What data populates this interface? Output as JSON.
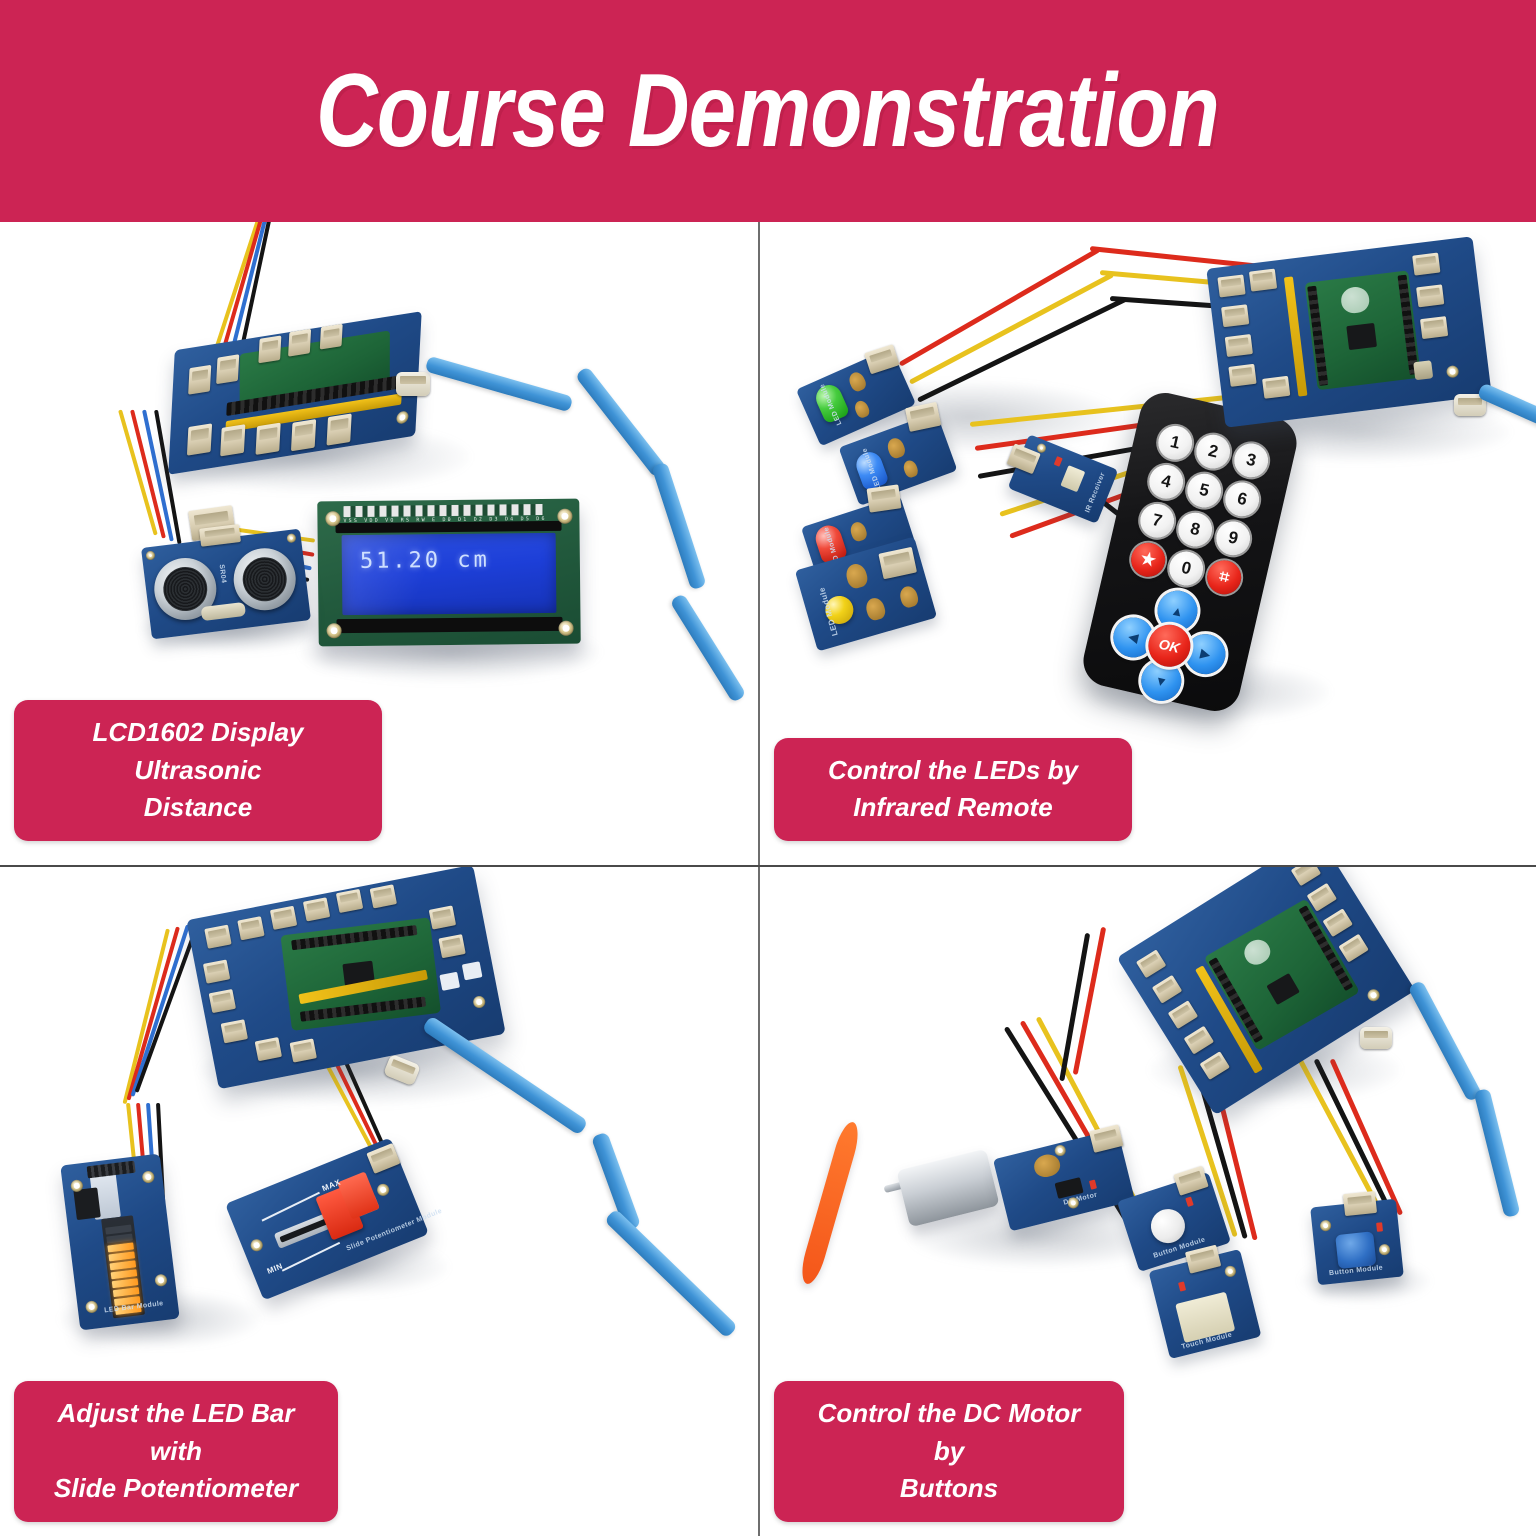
{
  "header": {
    "title": "Course Demonstration",
    "background_color": "#cc2454",
    "text_color": "#ffffff"
  },
  "theme": {
    "accent": "#cc2454",
    "caption_background": "#cc2454",
    "caption_text": "#ffffff",
    "divider": "#6e6e6e",
    "page_background": "#ffffff"
  },
  "grid": {
    "columns": 2,
    "rows": 2
  },
  "panels": [
    {
      "id": "panel-lcd-ultrasonic",
      "position": "top-left",
      "caption_lines": [
        "LCD1602 Display Ultrasonic",
        "Distance"
      ],
      "caption_full": "LCD1602 Display Ultrasonic Distance",
      "lcd": {
        "reading": "51.20 cm",
        "pin_labels": "VSS VDD VO RS RW E D0 D1 D2 D3 D4 D5 D6 D7 A K",
        "backlight_color": "#1d3fd8",
        "text_color": "#cfe0ff"
      },
      "components": [
        "Raspberry Pi Pico",
        "Expansion Shield",
        "LCD1602 Display",
        "HC-SR04 Ultrasonic Sensor",
        "USB Cable"
      ]
    },
    {
      "id": "panel-ir-leds",
      "position": "top-right",
      "caption_lines": [
        "Control the LEDs by",
        "Infrared Remote"
      ],
      "caption_full": "Control the LEDs by Infrared Remote",
      "remote": {
        "keypad_rows": [
          [
            "1",
            "2",
            "3"
          ],
          [
            "4",
            "5",
            "6"
          ],
          [
            "7",
            "8",
            "9"
          ],
          [
            "★",
            "0",
            "⌗"
          ]
        ],
        "dpad": {
          "up": "▲",
          "left": "◀",
          "ok": "OK",
          "right": "▶",
          "down": "▼"
        },
        "body_color": "#121214",
        "dpad_color": "#2f93f0",
        "ok_color": "#e8251a"
      },
      "led_modules": [
        {
          "label": "LED Module",
          "color": "#46cc3e",
          "name": "green"
        },
        {
          "label": "LED Module",
          "color": "#3d8bf5",
          "name": "blue"
        },
        {
          "label": "LED Module",
          "color": "#f04a3a",
          "name": "red"
        },
        {
          "label": "LED Module",
          "color": "#f2d219",
          "name": "yellow"
        }
      ],
      "components": [
        "Raspberry Pi Pico",
        "Expansion Shield",
        "IR Receiver Module",
        "Infrared Remote",
        "LED Modules"
      ]
    },
    {
      "id": "panel-ledbar-potentiometer",
      "position": "bottom-left",
      "caption_lines": [
        "Adjust the LED Bar with",
        "Slide Potentiometer"
      ],
      "caption_full": "Adjust the LED Bar with Slide Potentiometer",
      "led_bar": {
        "label": "LED Bar Module",
        "total_segments": 10,
        "lit_segments": 8,
        "lit_color": "#ff9a1f"
      },
      "potentiometer": {
        "label": "Slide Potentiometer Module",
        "min_label": "MIN",
        "max_label": "MAX",
        "knob_color": "#d92a12"
      },
      "components": [
        "Raspberry Pi Pico",
        "Expansion Shield",
        "LED Bar Module",
        "Slide Potentiometer Module",
        "USB Cable"
      ]
    },
    {
      "id": "panel-motor-buttons",
      "position": "bottom-right",
      "caption_lines": [
        "Control the DC Motor by",
        "Buttons"
      ],
      "caption_full": "Control the DC Motor by Buttons",
      "motor": {
        "label": "DC Motor",
        "propeller_color": "#f4561a"
      },
      "modules": [
        {
          "label": "Button Module",
          "cap_color": "#ffffff"
        },
        {
          "label": "Touch Module",
          "cap_color": "#e6e0c4"
        },
        {
          "label": "Button Module",
          "cap_color": "#2f6fc4"
        }
      ],
      "components": [
        "Raspberry Pi Pico",
        "Expansion Shield",
        "DC Motor Module",
        "Button Modules",
        "USB Cable"
      ]
    }
  ]
}
